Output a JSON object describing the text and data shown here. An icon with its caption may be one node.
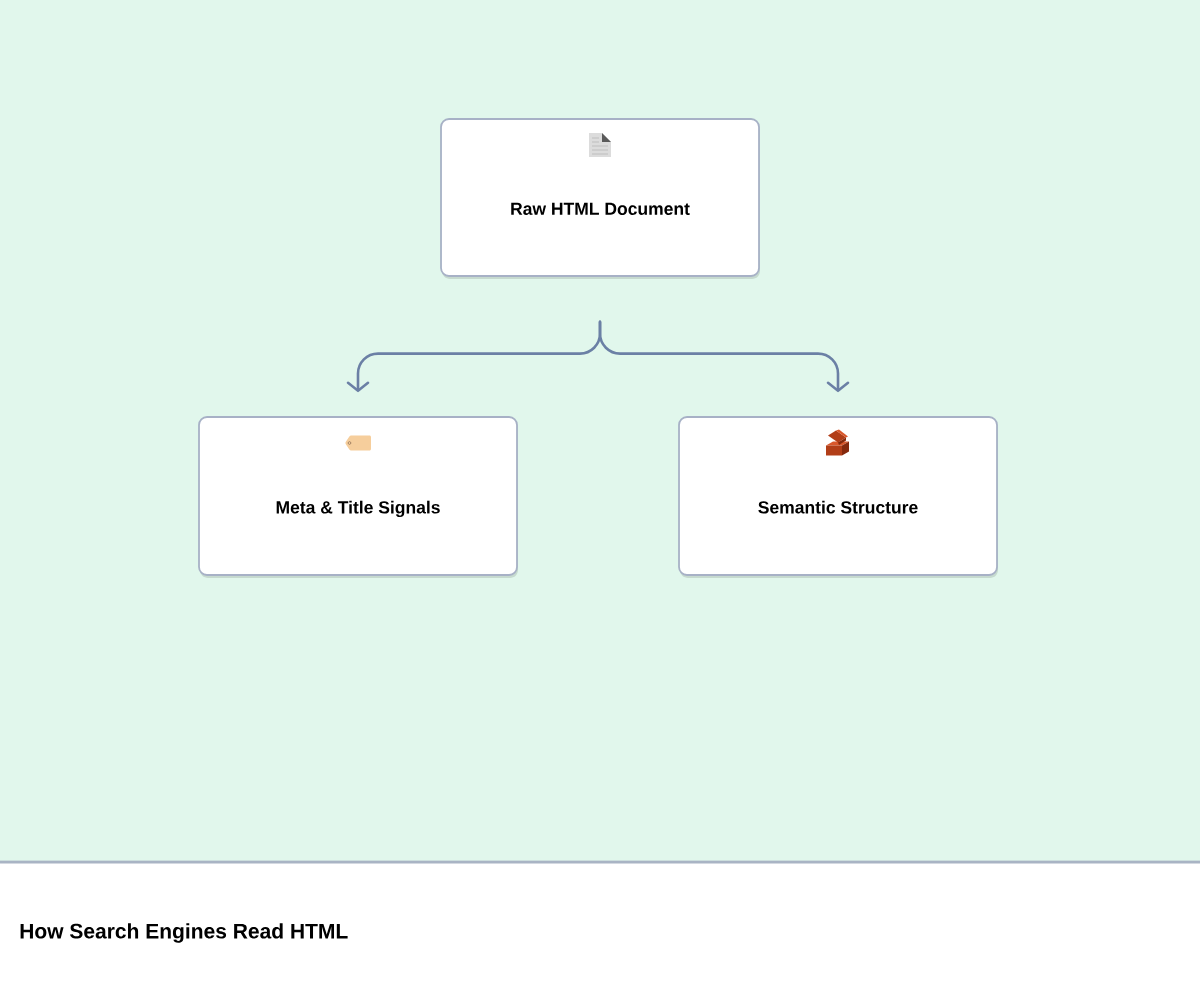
{
  "diagram": {
    "caption": "How Search Engines Read HTML",
    "nodes": [
      {
        "text": [
          "Raw HTML Document"
        ]
      },
      {
        "text": [
          "Meta & Title Signals"
        ]
      },
      {
        "text": [
          "Semantic Structure"
        ]
      }
    ],
    "edges": [
      {
        "from": 0,
        "to": 1,
        "arrow": "to"
      },
      {
        "from": 0,
        "to": 2,
        "arrow": "to"
      }
    ]
  }
}
